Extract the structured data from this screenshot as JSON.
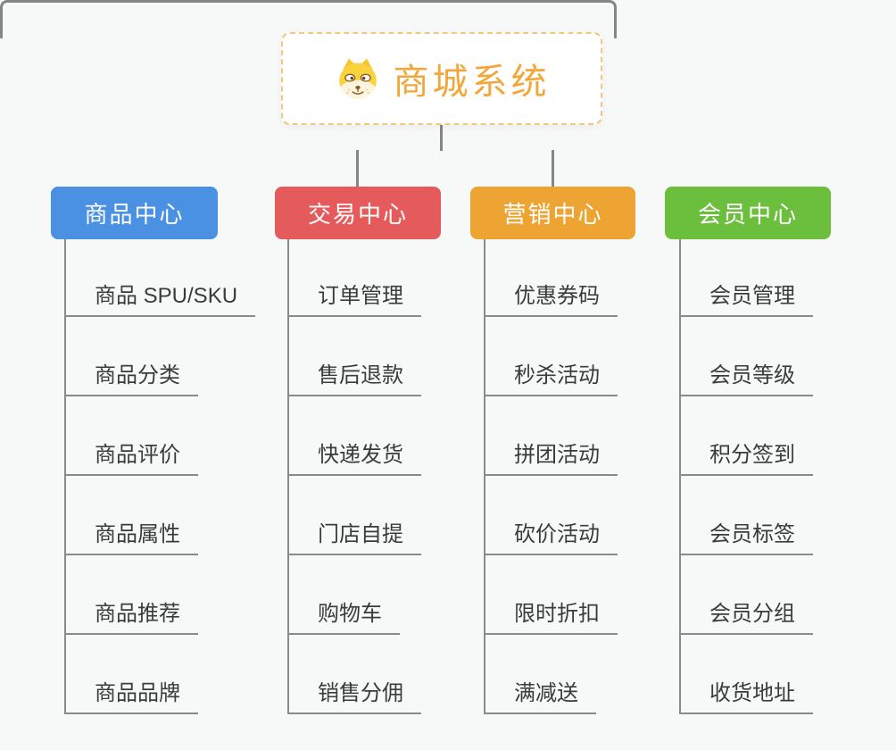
{
  "root": {
    "title": "商城系统",
    "icon": "doge-icon",
    "text_color": "#f1a73a",
    "border_color": "#f3c87e"
  },
  "connector_color": "#858585",
  "branches": [
    {
      "label": "商品中心",
      "color": "#4a91e4",
      "children": [
        "商品 SPU/SKU",
        "商品分类",
        "商品评价",
        "商品属性",
        "商品推荐",
        "商品品牌"
      ]
    },
    {
      "label": "交易中心",
      "color": "#e55b5b",
      "children": [
        "订单管理",
        "售后退款",
        "快递发货",
        "门店自提",
        "购物车",
        "销售分佣"
      ]
    },
    {
      "label": "营销中心",
      "color": "#eda432",
      "children": [
        "优惠券码",
        "秒杀活动",
        "拼团活动",
        "砍价活动",
        "限时折扣",
        "满减送"
      ]
    },
    {
      "label": "会员中心",
      "color": "#6cbe3d",
      "children": [
        "会员管理",
        "会员等级",
        "积分签到",
        "会员标签",
        "会员分组",
        "收货地址"
      ]
    }
  ]
}
